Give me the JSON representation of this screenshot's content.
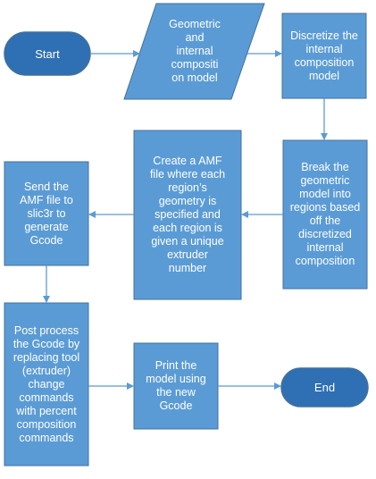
{
  "colors": {
    "process_fill": "#5b9bd5",
    "terminal_fill": "#2f6fb3",
    "border": "#41719c",
    "arrow": "#5b9bd5",
    "text": "#ffffff"
  },
  "flowchart": {
    "start": "Start",
    "geometric_model": "Geometric\nand\ninternal\ncompositi\non model",
    "discretize": "Discretize the\ninternal\ncomposition\nmodel",
    "break_regions": "Break the\ngeometric\nmodel into\nregions based\noff the\ndiscretized\ninternal\ncomposition",
    "create_amf": "Create a AMF\nfile where each\nregion’s\ngeometry is\nspecified and\neach region is\ngiven a unique\nextruder\nnumber",
    "send_amf": "Send the\nAMF file to\nslic3r to\ngenerate\nGcode",
    "post_process": "Post process\nthe Gcode by\nreplacing tool\n(extruder)\nchange\ncommands\nwith percent\ncomposition\ncommands",
    "print_model": "Print the\nmodel using\nthe  new\nGcode",
    "end": "End"
  }
}
